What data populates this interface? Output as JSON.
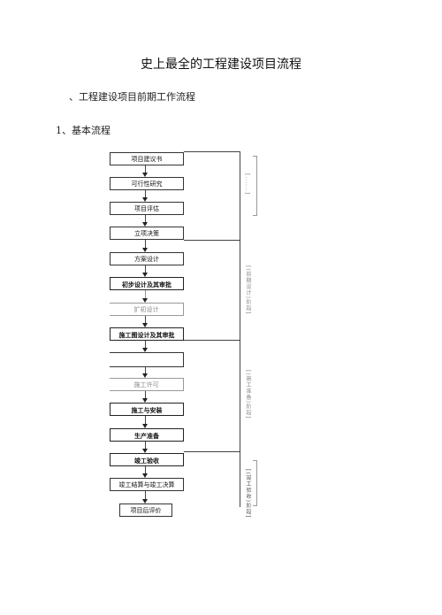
{
  "doc": {
    "title": "史上最全的工程建设项目流程",
    "section": "、工程建设项目前期工作流程",
    "subsection": "1、基本流程"
  },
  "flow": {
    "steps": [
      "项目建议书",
      "可行性研究",
      "项目评估",
      "立项决策",
      "方案设计",
      "初步设计及其审批",
      "扩初设计",
      "施工图设计及其审批",
      "",
      "施工许可",
      "施工与安装",
      "生产准备",
      "竣工验收",
      "竣工结算与竣工决算",
      "项目后评价"
    ],
    "stages": [
      "[......]",
      "[(前期设计)阶段]",
      "[(施工准备)阶段]",
      "[(竣工验收)阶段]"
    ]
  }
}
